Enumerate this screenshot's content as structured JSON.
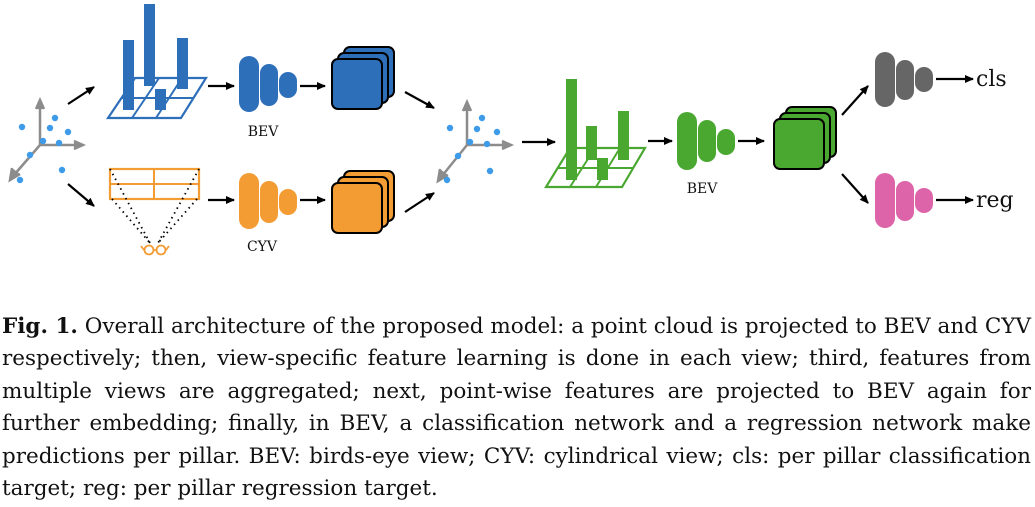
{
  "figure": {
    "labels": {
      "bev_top": "BEV",
      "cyv": "CYV",
      "bev_mid": "BEV",
      "cls": "cls",
      "reg": "reg"
    },
    "colors": {
      "point": "#3d9be9",
      "axis": "#8c8c8c",
      "bev_blue": "#2e6fba",
      "cyv_orange": "#f39c34",
      "fused_green": "#4aa831",
      "cls_gray": "#666666",
      "reg_pink": "#dd64a8",
      "arrow": "#000000"
    }
  },
  "caption": {
    "label": "Fig. 1.",
    "text": "Overall architecture of the proposed model: a point cloud is projected to BEV and CYV respectively; then, view-specific feature learning is done in each view; third, features from multiple views are aggregated; next, point-wise features are projected to BEV again for further embedding; finally, in BEV, a classification network and a regression network make predictions per pillar. BEV: birds-eye view; CYV: cylindrical view; cls: per pillar classification target; reg: per pillar regression target."
  }
}
